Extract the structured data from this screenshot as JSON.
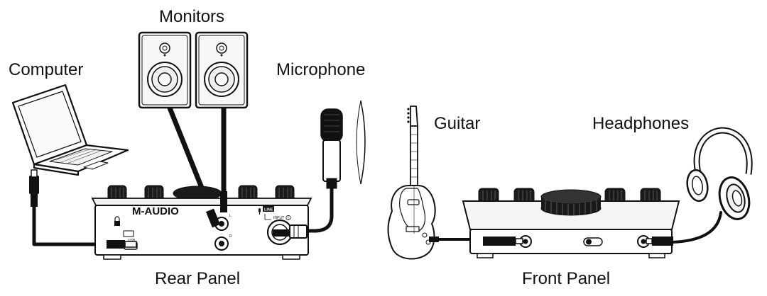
{
  "labels": {
    "monitors": "Monitors",
    "computer": "Computer",
    "microphone": "Microphone",
    "guitar": "Guitar",
    "headphones": "Headphones",
    "rear_panel": "Rear Panel",
    "front_panel": "Front Panel"
  },
  "rear_panel": {
    "brand": "M-AUDIO",
    "usb_label": "USB",
    "line_label": "LINE",
    "input_label": "INPUT",
    "input_number": "1",
    "speaker_left": "L",
    "speaker_right": "R"
  },
  "colors": {
    "outline": "#111111",
    "cable": "#111111",
    "knob": "#1a1a1a",
    "fill": "#ffffff",
    "shade": "#e6e6e6"
  },
  "icons": {
    "computer": "laptop-icon",
    "monitors": "studio-monitor-icon",
    "microphone": "condenser-microphone-icon",
    "guitar": "electric-guitar-icon",
    "headphones": "headphones-icon",
    "usb": "usb-plug-icon"
  }
}
